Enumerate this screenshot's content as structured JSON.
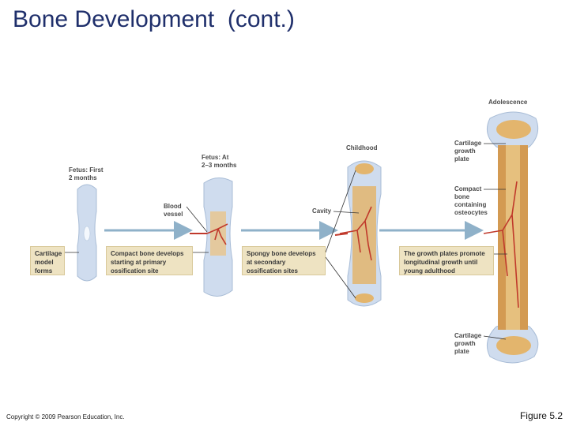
{
  "title": "Bone Development  (cont.)",
  "stages": {
    "fetus_first": "Fetus: First\n2 months",
    "fetus_at": "Fetus: At\n2–3 months",
    "childhood": "Childhood",
    "adolescence": "Adolescence"
  },
  "callouts": {
    "cartilage_model": "Cartilage\nmodel\nforms",
    "compact_bone": "Compact bone develops\nstarting at primary\nossification site",
    "spongy_bone": "Spongy bone develops\nat secondary\nossification sites",
    "growth_plates": "The growth plates promote\nlongitudinal growth until\nyoung adulthood"
  },
  "labels": {
    "blood_vessel": "Blood\nvessel",
    "cavity": "Cavity",
    "cartilage_growth_plate_top": "Cartilage\ngrowth\nplate",
    "compact_bone_osteocytes": "Compact\nbone\ncontaining\nosteocytes",
    "cartilage_growth_plate_bottom": "Cartilage\ngrowth\nplate"
  },
  "footer": {
    "copyright": "Copyright © 2009 Pearson Education, Inc.",
    "figure": "Figure 5.2"
  },
  "colors": {
    "title": "#1f2f6b",
    "cartilage": "#cfdcee",
    "bone": "#d9a95c",
    "vessel": "#c0392b",
    "arrow": "#8fb1c9",
    "callout_box": "#eee3c2"
  }
}
